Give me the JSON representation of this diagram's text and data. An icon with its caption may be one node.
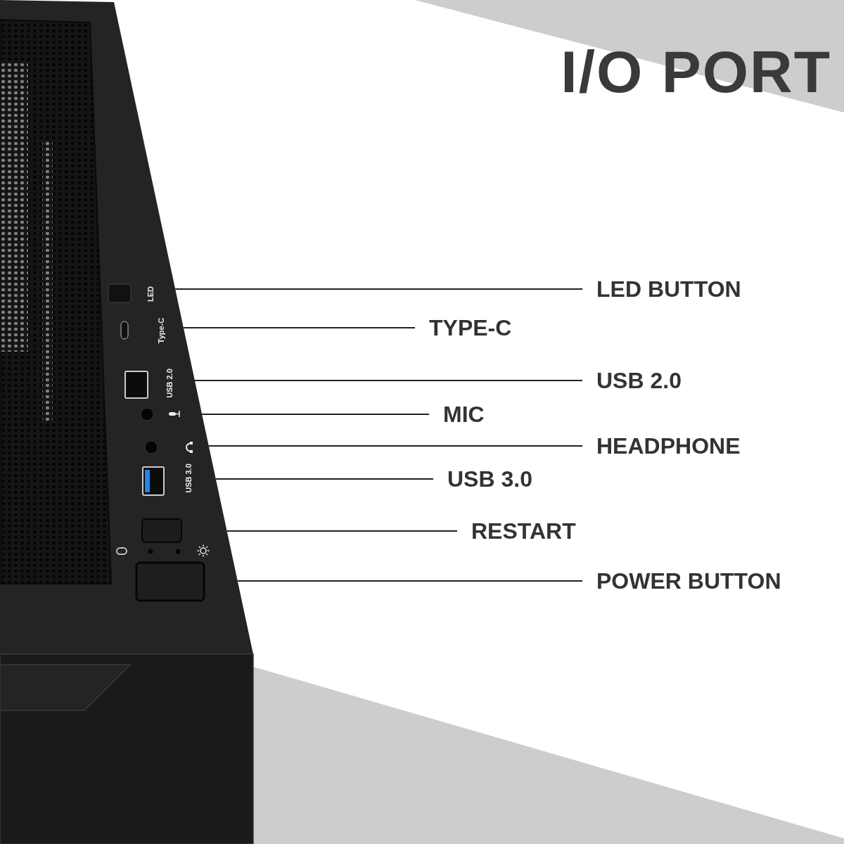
{
  "diagram": {
    "title": "I/O PORT",
    "nodes": [
      {
        "text": [
          "LED BUTTON"
        ]
      },
      {
        "text": [
          "TYPE-C"
        ]
      },
      {
        "text": [
          "USB 2.0"
        ]
      },
      {
        "text": [
          "MIC"
        ]
      },
      {
        "text": [
          "HEADPHONE"
        ]
      },
      {
        "text": [
          "USB 3.0"
        ]
      },
      {
        "text": [
          "RESTART"
        ]
      },
      {
        "text": [
          "POWER BUTTON"
        ]
      }
    ],
    "edges": [
      {
        "from": 0,
        "to": null,
        "arrow": "none"
      },
      {
        "from": 1,
        "to": null,
        "arrow": "none"
      },
      {
        "from": 2,
        "to": null,
        "arrow": "none"
      },
      {
        "from": 3,
        "to": null,
        "arrow": "none"
      },
      {
        "from": 4,
        "to": null,
        "arrow": "none"
      },
      {
        "from": 5,
        "to": null,
        "arrow": "none"
      },
      {
        "from": 6,
        "to": null,
        "arrow": "none"
      },
      {
        "from": 7,
        "to": null,
        "arrow": "none"
      }
    ],
    "labels": [
      "LED",
      "Type-C",
      "USB 2.0",
      "USB 3.0"
    ]
  }
}
